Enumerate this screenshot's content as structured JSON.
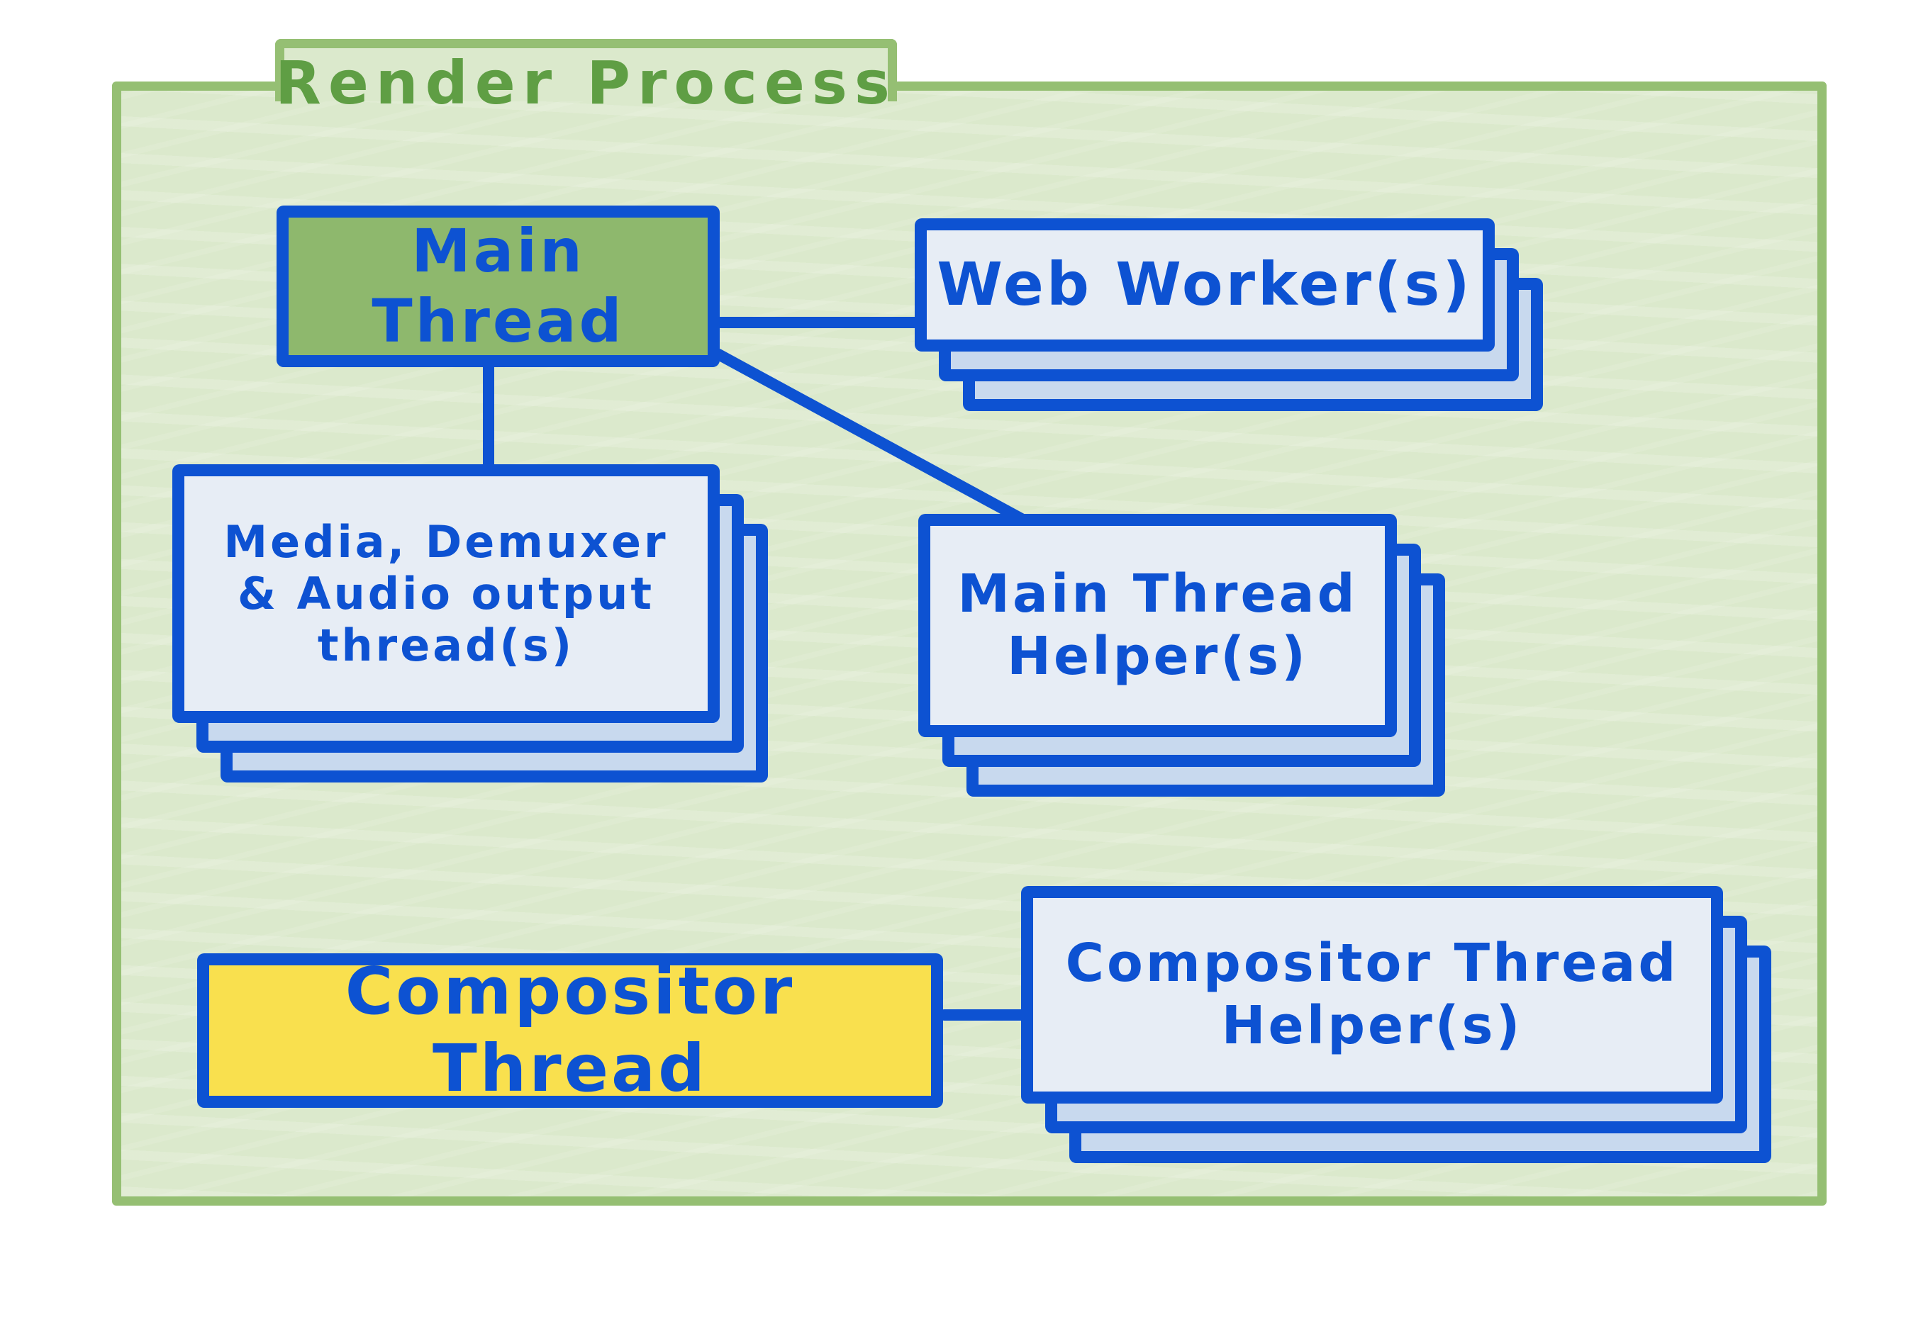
{
  "diagram": {
    "title": "Render Process",
    "nodes": {
      "main_thread": {
        "label": "Main Thread",
        "style": "green"
      },
      "web_workers": {
        "label": "Web Worker(s)",
        "style": "stack"
      },
      "media": {
        "lines": [
          "Media, Demuxer",
          "& Audio output",
          "thread(s)"
        ],
        "style": "stack"
      },
      "mt_helpers": {
        "lines": [
          "Main Thread",
          "Helper(s)"
        ],
        "style": "stack"
      },
      "compositor": {
        "label": "Compositor Thread",
        "style": "yellow"
      },
      "comp_helpers": {
        "lines": [
          "Compositor Thread",
          "Helper(s)"
        ],
        "style": "stack"
      }
    },
    "edges": [
      {
        "from": "main-thread",
        "to": "web-workers"
      },
      {
        "from": "main-thread",
        "to": "media-threads"
      },
      {
        "from": "main-thread",
        "to": "main-thread-helpers"
      },
      {
        "from": "compositor-thread",
        "to": "compositor-thread-helpers"
      }
    ],
    "colors": {
      "accent_blue": "#0d52d2",
      "folder_border_green": "#95bf73",
      "folder_fill_green": "#dbe9cc",
      "main_thread_green": "#8eb86d",
      "compositor_yellow": "#f9e04e",
      "card_front": "#e7edf5",
      "card_back": "#c8d9ee",
      "title_green": "#5f9e44"
    }
  }
}
